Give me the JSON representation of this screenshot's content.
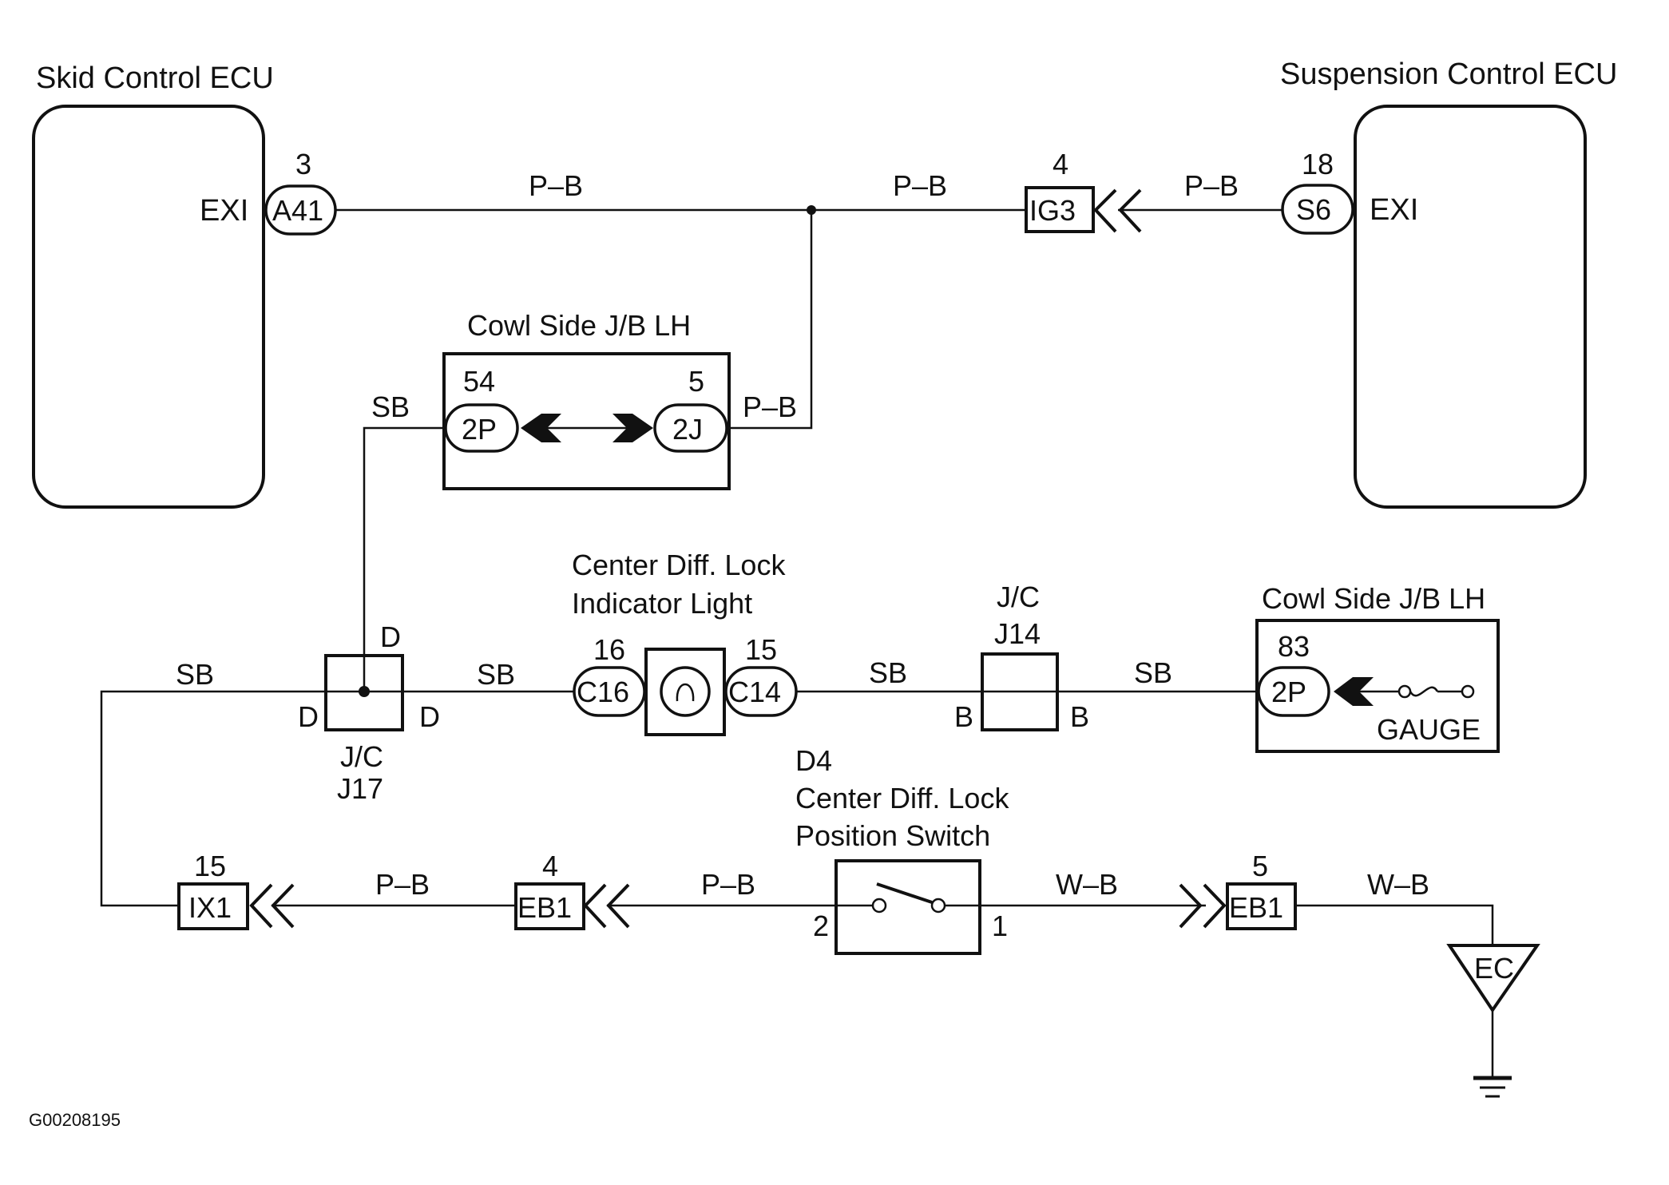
{
  "diagram_id": "G00208195",
  "components": {
    "skid_ecu": {
      "title": "Skid Control ECU",
      "terminal": "EXI",
      "connector": "A41",
      "pin": "3"
    },
    "suspension_ecu": {
      "title": "Suspension Control ECU",
      "terminal": "EXI",
      "connector": "S6",
      "pin": "18"
    },
    "ig3": {
      "connector": "IG3",
      "pin": "4"
    },
    "cowl_jb_top": {
      "title": "Cowl Side J/B LH",
      "left_connector": "2P",
      "left_pin": "54",
      "right_connector": "2J",
      "right_pin": "5"
    },
    "indicator": {
      "title_line1": "Center Diff. Lock",
      "title_line2": "Indicator Light",
      "left_connector": "C16",
      "left_pin": "16",
      "right_connector": "C14",
      "right_pin": "15"
    },
    "j17": {
      "line1": "J/C",
      "line2": "J17",
      "top": "D",
      "left": "D",
      "right": "D"
    },
    "j14": {
      "line1": "J/C",
      "line2": "J14",
      "left": "B",
      "right": "B"
    },
    "cowl_jb_bottom": {
      "title": "Cowl Side J/B LH",
      "connector": "2P",
      "pin": "83",
      "fuse": "GAUGE"
    },
    "ix1": {
      "connector": "IX1",
      "pin": "15"
    },
    "eb1_left": {
      "connector": "EB1",
      "pin": "4"
    },
    "switch": {
      "code": "D4",
      "title_line1": "Center Diff. Lock",
      "title_line2": "Position Switch",
      "pin_left": "2",
      "pin_right": "1"
    },
    "eb1_right": {
      "connector": "EB1",
      "pin": "5"
    },
    "ground": {
      "label": "EC"
    }
  },
  "wires": {
    "a41_to_junction": "P–B",
    "junction_to_ig3": "P–B",
    "ig3_to_s6": "P–B",
    "jb_2j_out": "P–B",
    "jb_2p_out": "SB",
    "j17_left": "SB",
    "j17_to_c16": "SB",
    "c14_to_j14": "SB",
    "j14_to_2p": "SB",
    "ix1_to_eb1": "P–B",
    "eb1_to_switch": "P–B",
    "switch_to_eb1": "W–B",
    "eb1_to_ground": "W–B"
  }
}
